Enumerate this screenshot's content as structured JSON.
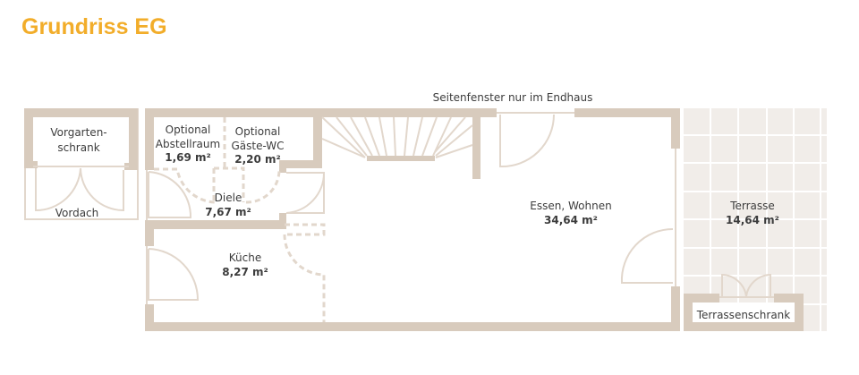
{
  "title": "Grundriss EG",
  "note": "Seitenfenster nur im Endhaus",
  "rooms": {
    "vorgartenschrank": {
      "label_line1": "Vorgarten-",
      "label_line2": "schrank"
    },
    "vordach": {
      "label": "Vordach"
    },
    "abstellraum": {
      "label_line1": "Optional",
      "label_line2": "Abstellraum",
      "area": "1,69 m²"
    },
    "gaeste_wc": {
      "label_line1": "Optional",
      "label_line2": "Gäste-WC",
      "area": "2,20 m²"
    },
    "diele": {
      "label": "Diele",
      "area": "7,67 m²"
    },
    "kueche": {
      "label": "Küche",
      "area": "8,27 m²"
    },
    "essen_wohnen": {
      "label": "Essen, Wohnen",
      "area": "34,64 m²"
    },
    "terrasse": {
      "label": "Terrasse",
      "area": "14,64 m²"
    },
    "terrassenschrank": {
      "label": "Terrassenschrank"
    }
  },
  "colors": {
    "title": "#f2ad2a",
    "wall": "#d8cbbd",
    "terrace": "#f1ede9"
  }
}
